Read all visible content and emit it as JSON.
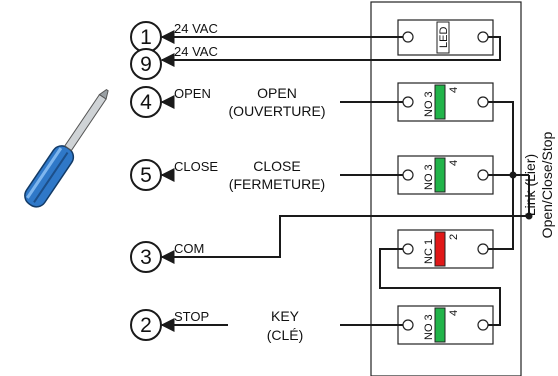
{
  "terminals": [
    {
      "number": "1",
      "signal": "24 VAC"
    },
    {
      "number": "9",
      "signal": "24 VAC"
    },
    {
      "number": "4",
      "signal": "OPEN",
      "function_en": "OPEN",
      "function_fr": "(OUVERTURE)"
    },
    {
      "number": "5",
      "signal": "CLOSE",
      "function_en": "CLOSE",
      "function_fr": "(FERMETURE)"
    },
    {
      "number": "3",
      "signal": "COM"
    },
    {
      "number": "2",
      "signal": "STOP",
      "function_en": "KEY",
      "function_fr": "(CLÉ)"
    }
  ],
  "modules": [
    {
      "label": "LED"
    },
    {
      "label": "NO 3",
      "pin": "4",
      "color": "#22b44a"
    },
    {
      "label": "NO 3",
      "pin": "4",
      "color": "#22b44a"
    },
    {
      "label": "NC 1",
      "pin": "2",
      "color": "#e01818"
    },
    {
      "label": "NO 3",
      "pin": "4",
      "color": "#22b44a"
    }
  ],
  "link_note": {
    "line1": "Link (Lier)",
    "line2": "Open/Close/Stop"
  },
  "colors": {
    "wire": "#1a1a1a",
    "no_contact": "#22b44a",
    "nc_contact": "#e01818",
    "screwdriver": "#2f78c8"
  },
  "icons": {
    "tool": "screwdriver-icon"
  }
}
